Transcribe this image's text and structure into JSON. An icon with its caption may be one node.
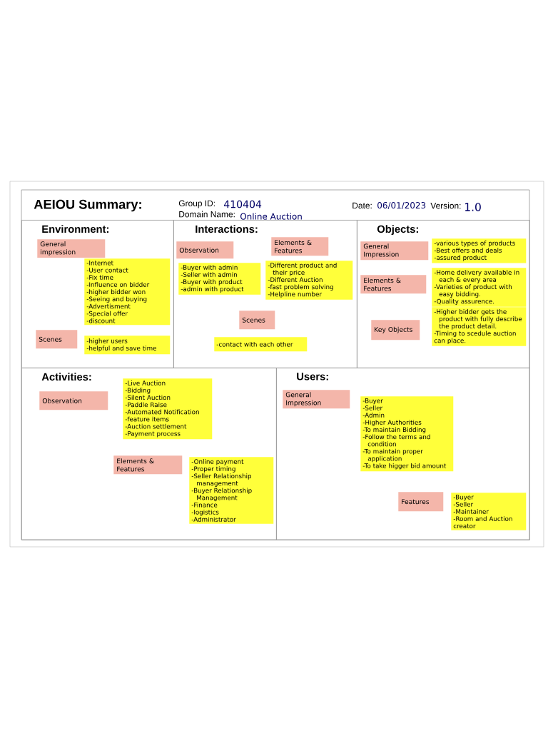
{
  "diagram": {
    "title": "AEIOU Summary:",
    "nodes": [
      {
        "text": [
          "Environment:"
        ]
      },
      {
        "text": [
          "General impression"
        ],
        "in": 0
      },
      {
        "text": [
          "-Internet",
          "-User contact",
          "-Fix time",
          "-Influence on bidder",
          "-higher bidder won",
          "-Seeing and buying",
          "-Advertisment",
          "-Special offer",
          "-discount"
        ],
        "in": 0
      },
      {
        "text": [
          "Scenes"
        ],
        "in": 0
      },
      {
        "text": [
          "-higher users",
          "-helpful and save time"
        ],
        "in": 0
      },
      {
        "text": [
          "Interactions:"
        ]
      },
      {
        "text": [
          "Observation"
        ],
        "in": 5
      },
      {
        "text": [
          "-Buyer with admin",
          "-Seller with admin",
          "-Buyer with product",
          "-admin with product"
        ],
        "in": 5
      },
      {
        "text": [
          "Elements & Features"
        ],
        "in": 5
      },
      {
        "text": [
          "-Different product and their price",
          "-Different Auction",
          "-fast problem solving",
          "-Helpline number"
        ],
        "in": 5
      },
      {
        "text": [
          "Scenes"
        ],
        "in": 5
      },
      {
        "text": [
          "-contact with each other"
        ],
        "in": 5
      },
      {
        "text": [
          "Objects:"
        ]
      },
      {
        "text": [
          "General Impression"
        ],
        "in": 12
      },
      {
        "text": [
          "-various types of products",
          "-Best offers and deals",
          "-assured product"
        ],
        "in": 12
      },
      {
        "text": [
          "Elements & Features"
        ],
        "in": 12
      },
      {
        "text": [
          "-Home delivery available in each & every area",
          "-Varieties of product with easy bidding.",
          "-Quality assurence."
        ],
        "in": 12
      },
      {
        "text": [
          "Key Objects"
        ],
        "in": 12
      },
      {
        "text": [
          "-Higher bidder gets the product with fully describe the product detail.",
          "-Timing to scedule auction can place."
        ],
        "in": 12
      },
      {
        "text": [
          "Activities:"
        ]
      },
      {
        "text": [
          "Observation"
        ],
        "in": 19
      },
      {
        "text": [
          "-Live Auction",
          "-Bidding",
          "-Silent Auction",
          "-Paddle Raise",
          "-Automated Notification",
          "-feature items",
          "-Auction settlement",
          "-Payment process"
        ],
        "in": 19
      },
      {
        "text": [
          "Elements & Features"
        ],
        "in": 19
      },
      {
        "text": [
          "-Online payment",
          "-Proper timing",
          "-Seller Relationship management",
          "-Buyer Relationship Management",
          "-Finance",
          "-logistics",
          "-Administrator"
        ],
        "in": 19
      },
      {
        "text": [
          "Users:"
        ]
      },
      {
        "text": [
          "General Impression"
        ],
        "in": 24
      },
      {
        "text": [
          "-Buyer",
          "-Seller",
          "-Admin",
          "-Higher Authorities",
          "-To maintain Bidding",
          "-Follow the terms and condition",
          "-To maintain proper application",
          "-To take higger bid amount"
        ],
        "in": 24
      },
      {
        "text": [
          "Features"
        ],
        "in": 24
      },
      {
        "text": [
          "-Buyer",
          "-Seller",
          "-Maintainer",
          "-Room and Auction creator"
        ],
        "in": 24
      }
    ],
    "labels": [
      "Group ID:",
      "410404",
      "Domain Name:",
      "Online Auction",
      "Date:",
      "06/01/2023",
      "Version:",
      "1.0"
    ]
  }
}
